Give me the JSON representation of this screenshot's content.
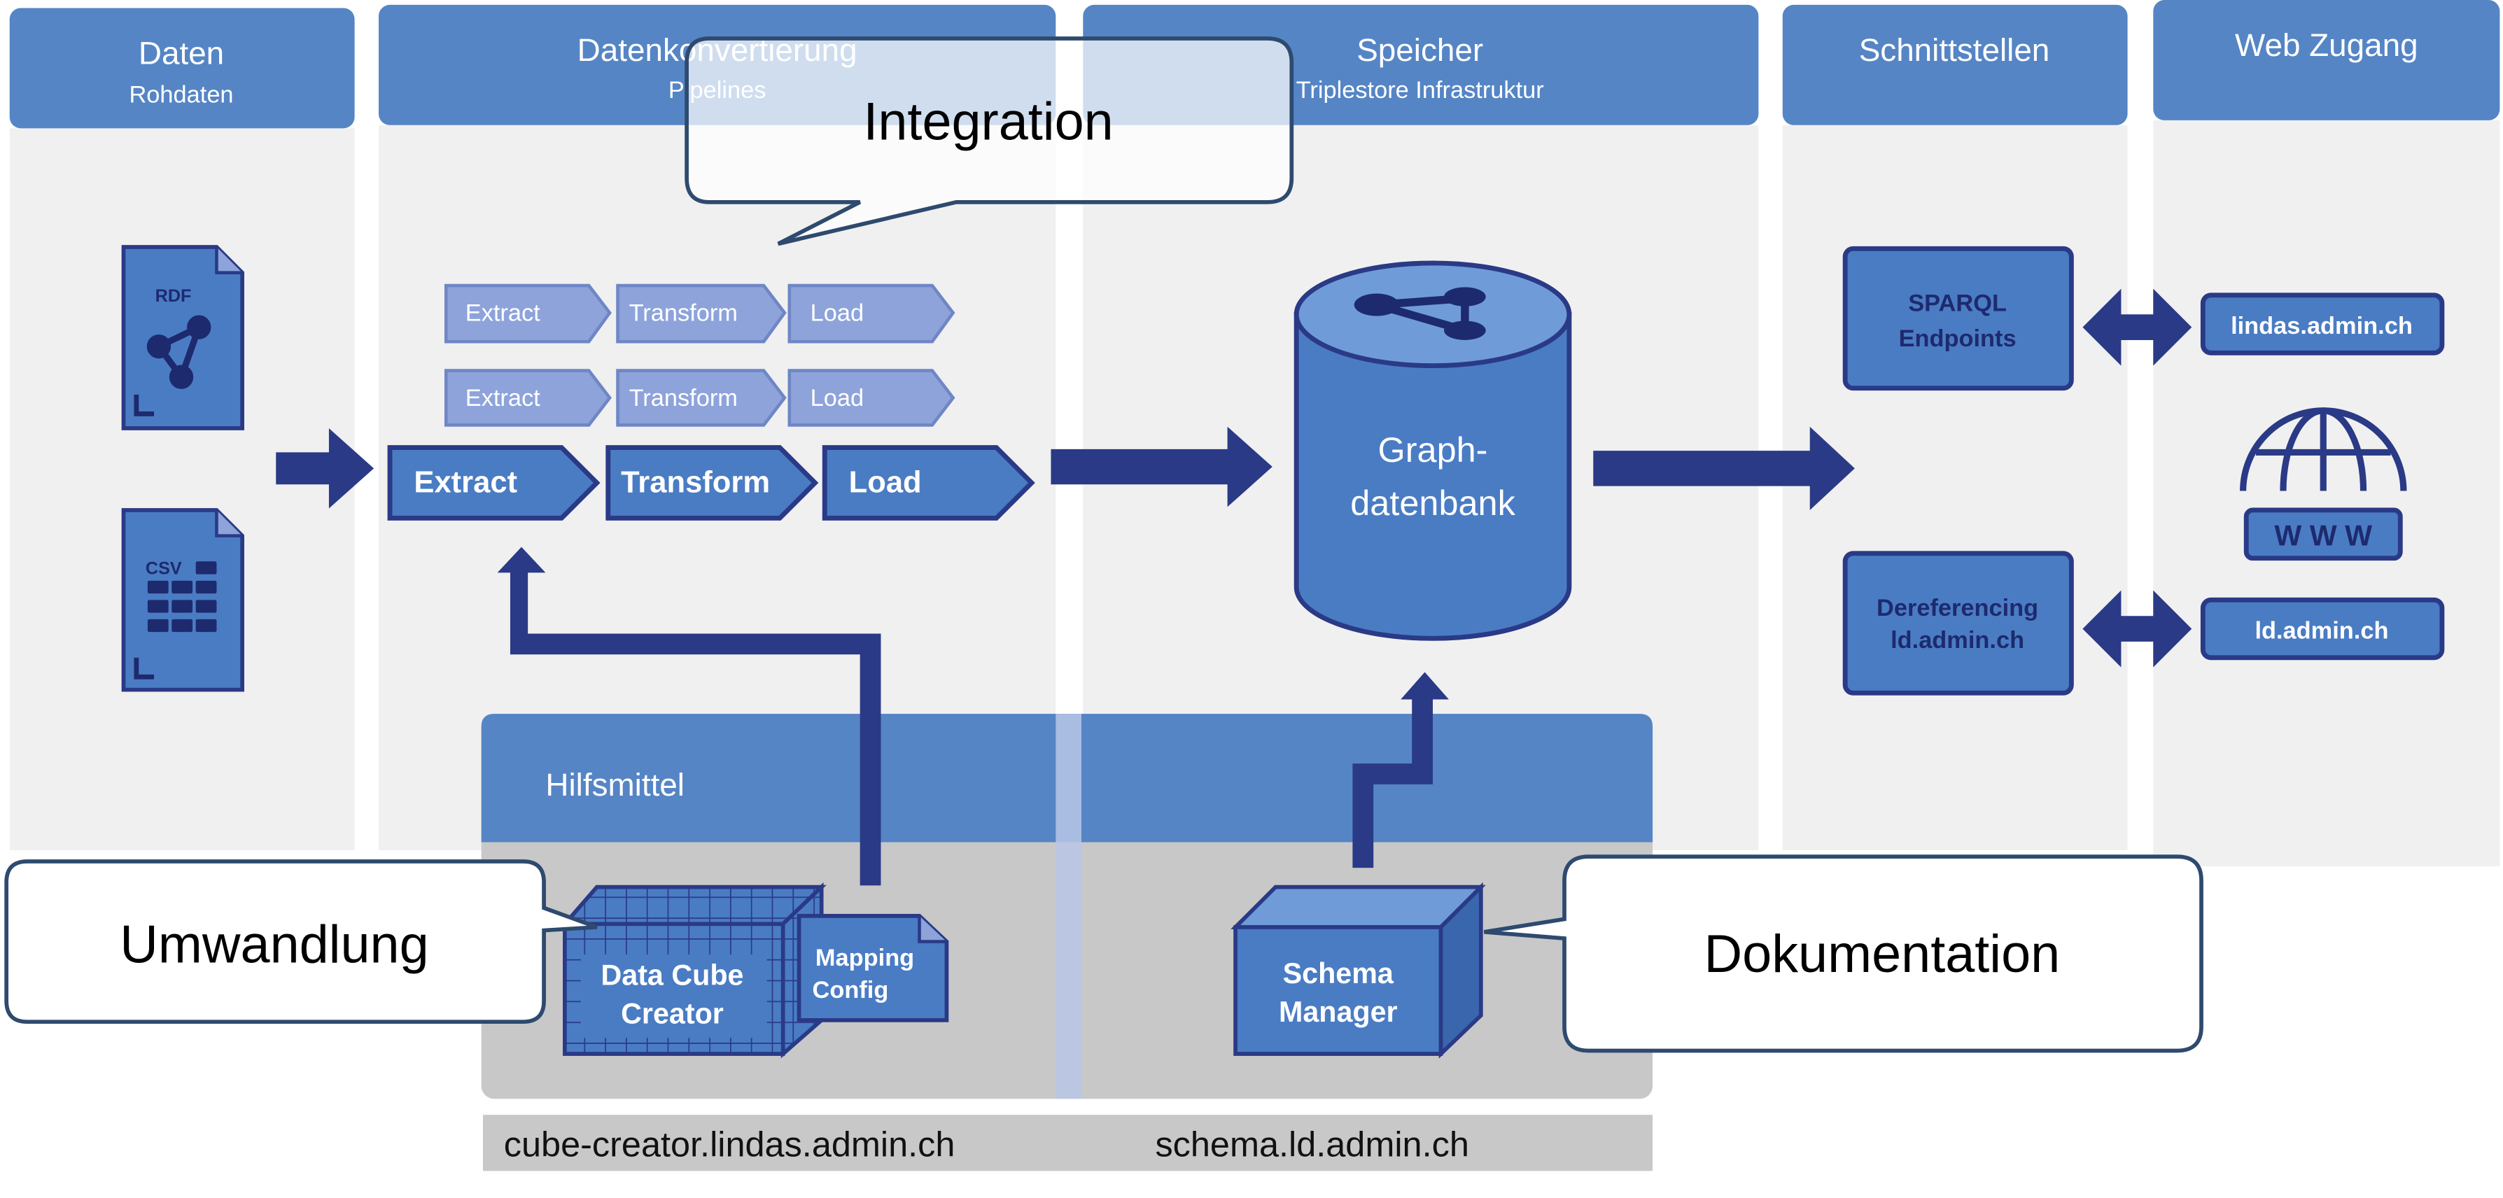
{
  "columns": {
    "daten": {
      "title": "Daten",
      "subtitle": "Rohdaten"
    },
    "konvertierung": {
      "title": "Datenkonvertierung",
      "subtitle": "Pipelines"
    },
    "speicher": {
      "title": "Speicher",
      "subtitle": "Triplestore Infrastruktur"
    },
    "schnittstellen": {
      "title": "Schnittstellen"
    },
    "web": {
      "title": "Web Zugang"
    }
  },
  "files": {
    "rdf": "RDF",
    "csv": "CSV"
  },
  "etl_small": {
    "extract": "Extract",
    "transform": "Transform",
    "load": "Load"
  },
  "etl_main": {
    "extract": "Extract",
    "transform": "Transform",
    "load": "Load"
  },
  "database": {
    "line1": "Graph-",
    "line2": "datenbank"
  },
  "interfaces": {
    "sparql_line1": "SPARQL",
    "sparql_line2": "Endpoints",
    "deref_line1": "Dereferencing",
    "deref_line2": "ld.admin.ch"
  },
  "web": {
    "lindas": "lindas.admin.ch",
    "ld": "ld.admin.ch",
    "www": "W W W"
  },
  "tools": {
    "title": "Hilfsmittel",
    "cube_line1": "Data Cube",
    "cube_line2": "Creator",
    "mapping_line1": "Mapping",
    "mapping_line2": "Config",
    "schema_line1": "Schema",
    "schema_line2": "Manager",
    "cube_url": "cube-creator.lindas.admin.ch",
    "schema_url": "schema.ld.admin.ch"
  },
  "callouts": {
    "integration": "Integration",
    "umwandlung": "Umwandlung",
    "dokumentation": "Dokumentation"
  },
  "colors": {
    "header_blue": "#5585c5",
    "box_blue": "#4a7cc4",
    "dark_navy": "#2a3a86",
    "small_etl": "#8da3da",
    "panel_grey": "#f0f0f0",
    "tools_grey": "#c8c8c8"
  }
}
